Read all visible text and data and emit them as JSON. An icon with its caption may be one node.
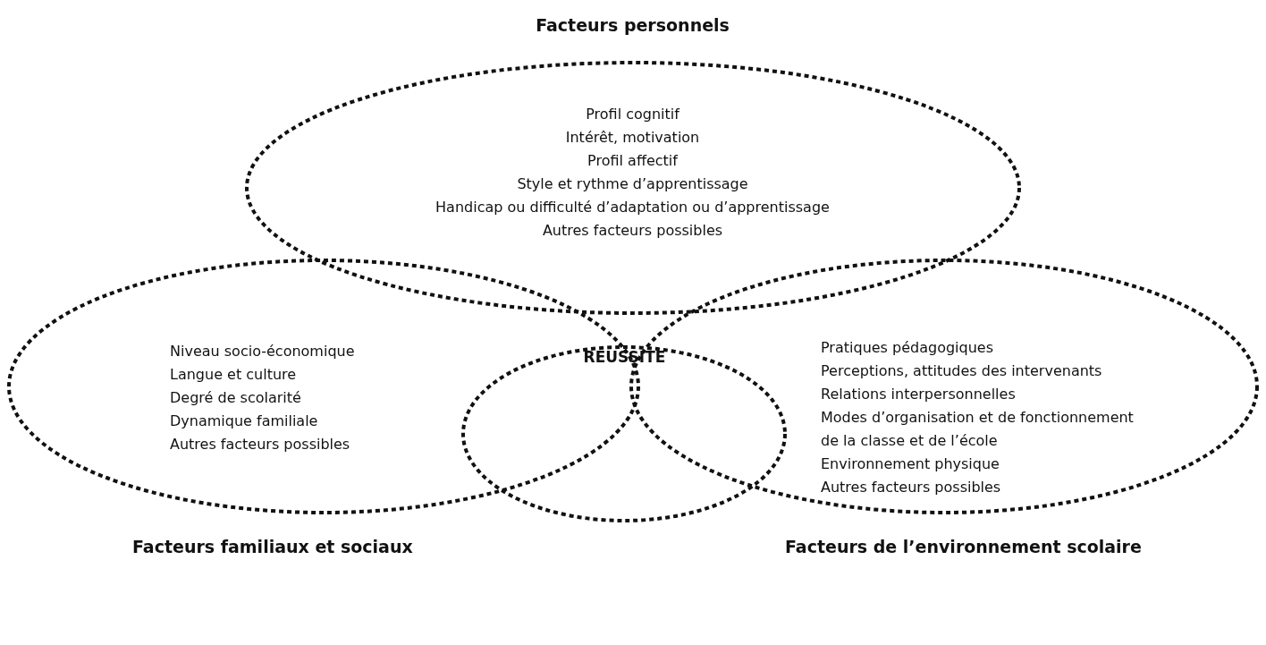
{
  "diagram": {
    "nodes": [
      {
        "text": [
          "Facteurs personnels",
          "Profil cognitif",
          "Intérêt, motivation",
          "Profil affectif",
          "Style et rythme d’apprentissage",
          "Handicap ou difficulté d’adaptation ou d’apprentissage",
          "Autres facteurs possibles"
        ]
      },
      {
        "text": [
          "Niveau socio-économique",
          "Langue et culture",
          "Degré de scolarité",
          "Dynamique familiale",
          "Autres facteurs possibles",
          "Facteurs familiaux et sociaux"
        ]
      },
      {
        "text": [
          "Pratiques pédagogiques",
          "Perceptions, attitudes des intervenants",
          "Relations interpersonnelles",
          "Modes d’organisation et de fonctionnement de la classe et de l’école",
          "Environnement physique",
          "Autres facteurs possibles",
          "Facteurs de l’environnement scolaire"
        ]
      },
      {
        "text": [
          "RÉUSSITE"
        ]
      }
    ],
    "edges": []
  }
}
